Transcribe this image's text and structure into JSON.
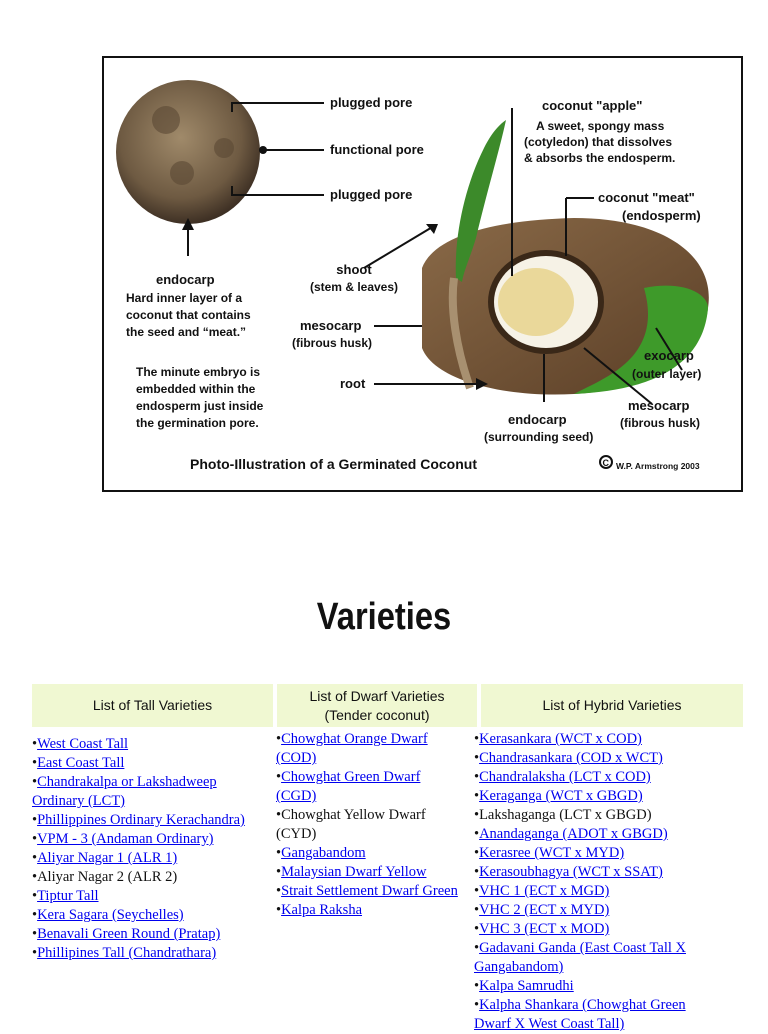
{
  "figure": {
    "labels": {
      "plugged_pore_top": "plugged pore",
      "functional_pore": "functional pore",
      "plugged_pore_bottom": "plugged pore",
      "coconut_apple": "coconut \"apple\"",
      "apple_desc_1": "A sweet, spongy mass",
      "apple_desc_2": "(cotyledon) that dissolves",
      "apple_desc_3": "& absorbs the endosperm.",
      "coconut_meat": "coconut \"meat\"",
      "meat_desc": "(endosperm)",
      "endocarp_left": "endocarp",
      "endocarp_desc_1": "Hard inner layer of a",
      "endocarp_desc_2": "coconut that contains",
      "endocarp_desc_3": "the seed and “meat.”",
      "shoot": "shoot",
      "shoot_desc": "(stem & leaves)",
      "mesocarp_left": "mesocarp",
      "mesocarp_left_desc": "(fibrous husk)",
      "embryo_1": "The minute embryo is",
      "embryo_2": "embedded within the",
      "embryo_3": "endosperm just inside",
      "embryo_4": "the germination pore.",
      "root": "root",
      "exocarp": "exocarp",
      "exocarp_desc": "(outer layer)",
      "mesocarp_right": "mesocarp",
      "mesocarp_right_desc": "(fibrous husk)",
      "endocarp_bottom": "endocarp",
      "endocarp_bottom_desc": "(surrounding seed)",
      "caption": "Photo-Illustration of a Germinated Coconut",
      "copyright": "W.P. Armstrong 2003"
    }
  },
  "heading": "Varieties",
  "table": {
    "headers": {
      "tall": "List of Tall Varieties",
      "dwarf_1": "List of Dwarf Varieties",
      "dwarf_2": "(Tender coconut)",
      "hybrid": "List of Hybrid Varieties"
    },
    "tall": [
      {
        "bullet": "•",
        "text": "West Coast Tall",
        "link": true
      },
      {
        "bullet": "•",
        "text": "East Coast Tall",
        "link": true
      },
      {
        "bullet": "•",
        "text": "Chandrakalpa or Lakshadweep Ordinary (LCT)",
        "link": true
      },
      {
        "bullet": "•",
        "text": "Phillippines Ordinary Kerachandra)",
        "link": true
      },
      {
        "bullet": "•",
        "text": "VPM - 3 (Andaman Ordinary)",
        "link": true
      },
      {
        "bullet": "•",
        "text": "Aliyar Nagar 1 (ALR 1)",
        "link": true
      },
      {
        "bullet": "•",
        "text": "Aliyar Nagar 2 (ALR 2)",
        "link": false
      },
      {
        "bullet": "•",
        "text": "Tiptur Tall",
        "link": true
      },
      {
        "bullet": "•",
        "text": "Kera Sagara (Seychelles)",
        "link": true
      },
      {
        "bullet": "•",
        "text": "Benavali Green Round (Pratap)",
        "link": true
      },
      {
        "bullet": "•",
        "text": "Phillipines Tall (Chandrathara)",
        "link": true
      }
    ],
    "dwarf": [
      {
        "bullet": "•",
        "text": "Chowghat Orange Dwarf (COD)",
        "link": true
      },
      {
        "bullet": "•",
        "text": "Chowghat Green Dwarf (CGD)",
        "link": true
      },
      {
        "bullet": "•",
        "text": "Chowghat Yellow Dwarf (CYD)",
        "link": false
      },
      {
        "bullet": "•",
        "text": "Gangabandom",
        "link": true
      },
      {
        "bullet": "•",
        "text": "Malaysian Dwarf Yellow",
        "link": true
      },
      {
        "bullet": "•",
        "text": "Strait Settlement Dwarf Green",
        "link": true
      },
      {
        "bullet": "•",
        "text": "Kalpa Raksha",
        "link": true
      }
    ],
    "hybrid": [
      {
        "bullet": "•",
        "text": "Kerasankara (WCT x COD)",
        "link": true
      },
      {
        "bullet": "•",
        "text": "Chandrasankara (COD x WCT)",
        "link": true
      },
      {
        "bullet": "•",
        "text": "Chandralaksha (LCT x COD)",
        "link": true
      },
      {
        "bullet": "•",
        "text": "Keraganga (WCT x GBGD)",
        "link": true
      },
      {
        "bullet": "•",
        "text": "Lakshaganga (LCT x GBGD)",
        "link": false
      },
      {
        "bullet": "•",
        "text": "Anandaganga (ADOT x GBGD)",
        "link": true
      },
      {
        "bullet": "•",
        "text": "Kerasree (WCT x MYD)",
        "link": true
      },
      {
        "bullet": "•",
        "text": "Kerasoubhagya (WCT x SSAT)",
        "link": true
      },
      {
        "bullet": "•",
        "text": "VHC 1 (ECT x MGD)",
        "link": true
      },
      {
        "bullet": "•",
        "text": "VHC 2 (ECT x MYD)",
        "link": true
      },
      {
        "bullet": "•",
        "text": "VHC 3 (ECT x MOD)",
        "link": true
      },
      {
        "bullet": "•",
        "text": "Gadavani Ganda (East Coast Tall X Gangabandom)",
        "link": true
      },
      {
        "bullet": "•",
        "text": "Kalpa Samrudhi",
        "link": true
      },
      {
        "bullet": "•",
        "text": "Kalpha Shankara (Chowghat Green Dwarf X West Coast Tall)",
        "link": true
      }
    ]
  }
}
